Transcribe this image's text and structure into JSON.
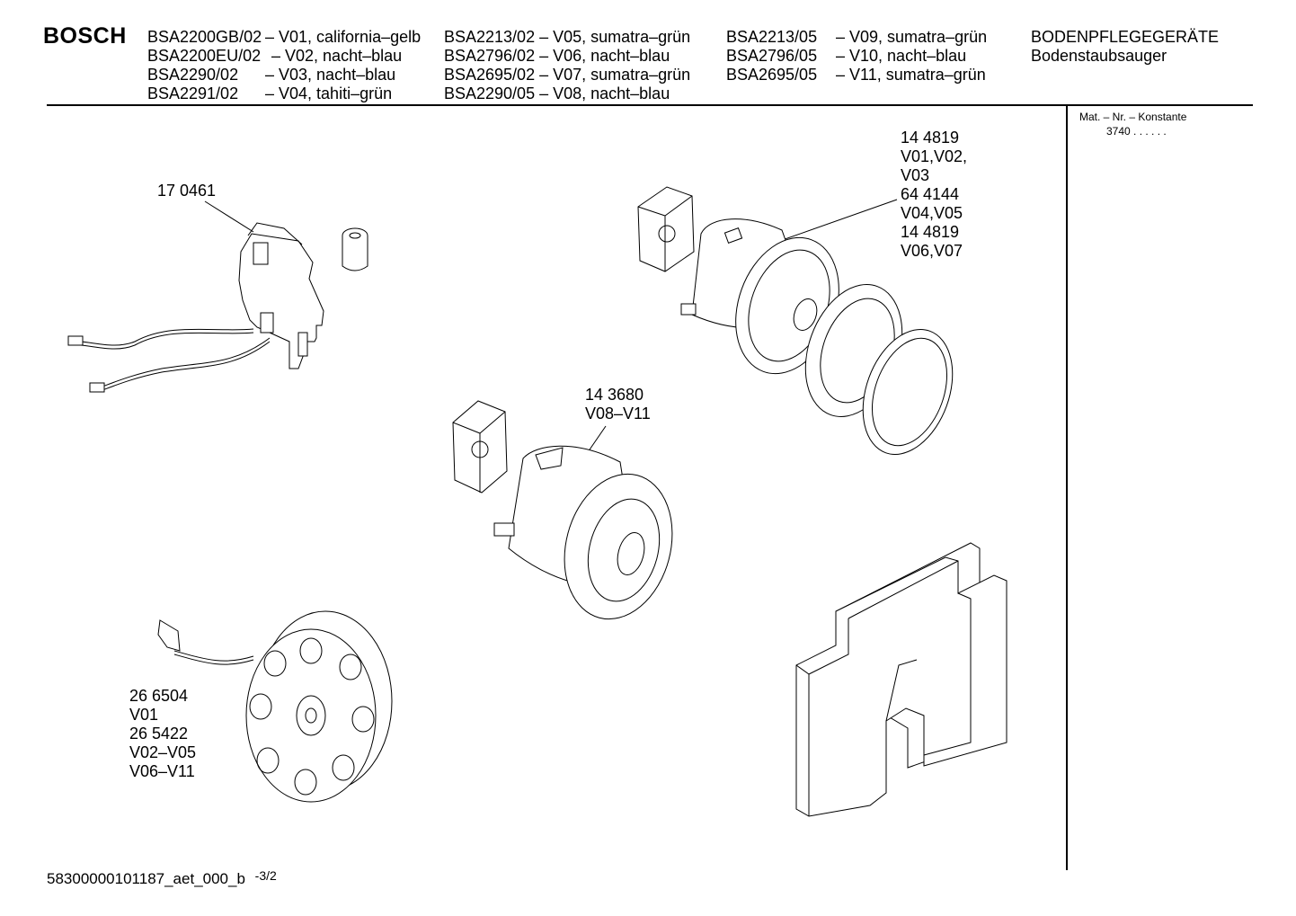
{
  "header": {
    "brand": "BOSCH",
    "models_col1": [
      "BSA2200GB/02",
      "BSA2200EU/02",
      "BSA2290/02",
      "BSA2291/02"
    ],
    "variants_col1": [
      "– V01, california–gelb",
      "– V02, nacht–blau",
      "– V03, nacht–blau",
      "– V04, tahiti–grün"
    ],
    "models_col2": [
      "BSA2213/02 – V05, sumatra–grün",
      "BSA2796/02 – V06, nacht–blau",
      "BSA2695/02 – V07, sumatra–grün",
      "BSA2290/05 – V08, nacht–blau"
    ],
    "models_col3": [
      "BSA2213/05",
      "BSA2796/05",
      "BSA2695/05"
    ],
    "variants_col3": [
      "– V09, sumatra–grün",
      "– V10, nacht–blau",
      "– V11, sumatra–grün"
    ],
    "category": "BODENPFLEGEGERÄTE",
    "subcategory": "Bodenstaubsauger"
  },
  "sidebar": {
    "mat_label": "Mat. – Nr. – Konstante",
    "mat_value": "3740  .  .    .  .  .  ."
  },
  "parts": {
    "switch": [
      "17 0461"
    ],
    "motor_large": [
      "14 4819",
      "V01,V02,",
      "V03",
      "64 4144",
      "V04,V05",
      "14 4819",
      "V06,V07"
    ],
    "motor_small": [
      "14 3680",
      "V08–V11"
    ],
    "cable_reel": [
      "26 6504",
      "V01",
      "26 5422",
      "V02–V05",
      "V06–V11"
    ]
  },
  "footer": {
    "doc_id": "58300000101187_aet_000_b",
    "page": "-3/2"
  }
}
